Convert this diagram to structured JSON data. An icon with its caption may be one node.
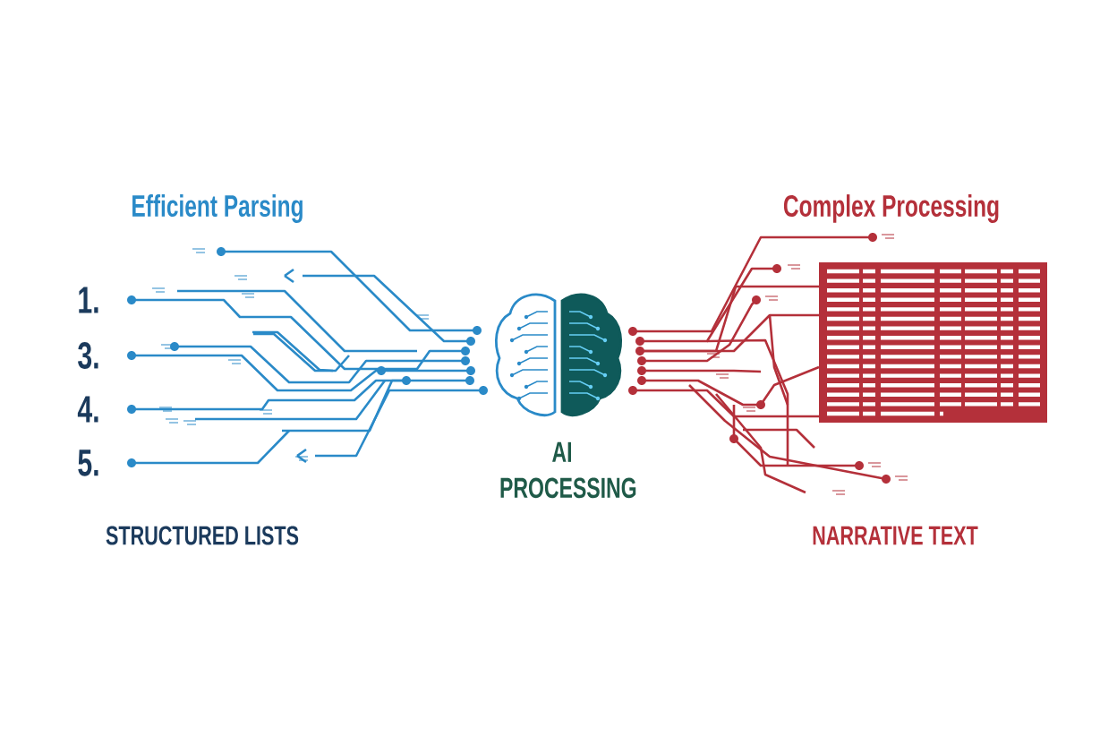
{
  "diagram": {
    "labels": [
      "Efficient Parsing",
      "Complex Processing",
      "1.",
      "3.",
      "4.",
      "5.",
      "AI PROCESSING",
      "STRUCTURED LISTS",
      "NARRATIVE TEXT"
    ]
  }
}
